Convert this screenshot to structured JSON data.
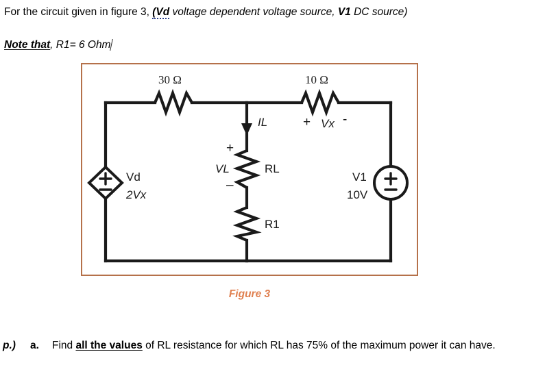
{
  "intro": {
    "before": "For the circuit given in figure 3, ",
    "vd_bold": "(Vd",
    "mid": " voltage dependent voltage source, ",
    "v1_bold": "V1",
    "after": " DC source)"
  },
  "note": {
    "emphasis": "Note that",
    "rest": ", R1= 6 Ohm"
  },
  "figure": {
    "caption": "Figure 3",
    "border_color": "#b5714a",
    "caption_color": "#e08050",
    "circuit": {
      "r30": {
        "label": "30 Ω"
      },
      "r10": {
        "label": "10 Ω"
      },
      "vx": {
        "plus": "+",
        "name": "Vx",
        "minus": "-"
      },
      "il": {
        "label": "IL"
      },
      "rl": {
        "label": "RL",
        "v_label": "VL",
        "plus": "+",
        "minus": "–"
      },
      "r1": {
        "label": "R1"
      },
      "vd": {
        "name": "Vd",
        "value": "2Vx",
        "plus": "+",
        "minus": "–"
      },
      "v1": {
        "name": "V1",
        "value": "10V",
        "plus": "+",
        "minus": "–"
      }
    }
  },
  "question": {
    "prefix": "p.)",
    "letter": "a.",
    "text_before": "Find ",
    "underlined": "all the values",
    "text_after": " of RL resistance for which RL has 75% of the maximum power it can have."
  }
}
